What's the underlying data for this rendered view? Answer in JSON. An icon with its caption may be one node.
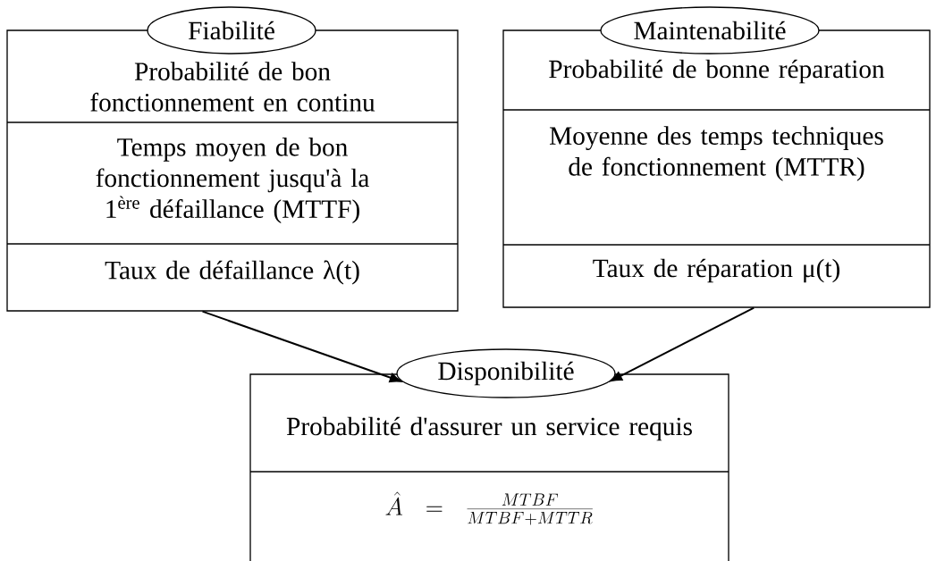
{
  "diagram": {
    "nodes": [
      {
        "text": [
          "Fiabilité"
        ]
      },
      {
        "text": [
          "Probabilité de bon fonctionnement en continu",
          "Temps moyen de bon fonctionnement jusqu'à la 1$^{ère}$ défaillance (MTTF)",
          "Taux de défaillance λ(t)"
        ]
      },
      {
        "text": [
          "Maintenabilité"
        ]
      },
      {
        "text": [
          "Probabilité de bonne réparation",
          "Moyenne des temps techniques de fonctionnement (MTTR)",
          "Taux de réparation μ(t)"
        ]
      },
      {
        "text": [
          "Disponibilité"
        ]
      },
      {
        "text": [
          "Probabilité d'assurer un service requis",
          "\\hat{A} = \\frac{MTBF}{MTBF+MTTR}"
        ]
      }
    ],
    "edges": [
      {
        "from": 1,
        "to": 4,
        "arrow": "to"
      },
      {
        "from": 3,
        "to": 4,
        "arrow": "to"
      }
    ]
  }
}
